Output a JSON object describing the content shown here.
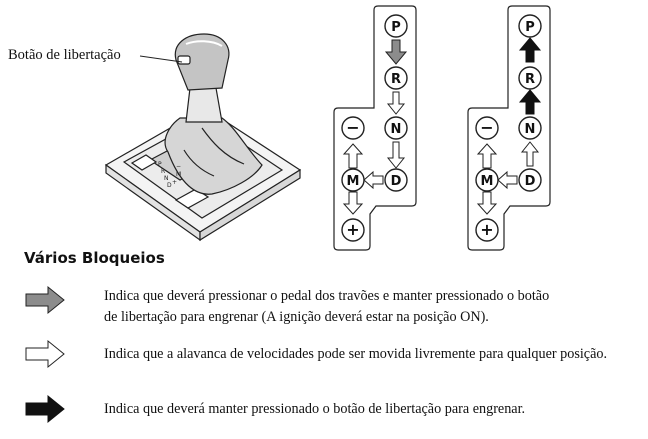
{
  "callout": {
    "label": "Botão de libertação"
  },
  "gates": {
    "left": {
      "letters": [
        "P",
        "R",
        "N",
        "D",
        "M"
      ],
      "minus": "−",
      "plus": "+"
    },
    "right": {
      "letters": [
        "P",
        "R",
        "N",
        "D",
        "M"
      ],
      "minus": "−",
      "plus": "+"
    }
  },
  "console_marks": [
    "P",
    "R",
    "N",
    "D",
    "M",
    "+",
    "−"
  ],
  "legend": {
    "title": "Vários Bloqueios",
    "items": [
      {
        "arrow": "gray-arrow",
        "text_line1": "Indica que deverá pressionar o pedal dos travões e manter pressionado o botão",
        "text_line2": "de libertação para engrenar (A ignição deverá estar na posição ON)."
      },
      {
        "arrow": "white-arrow",
        "text": "Indica que a alavanca de velocidades pode ser movida livremente para qualquer posição."
      },
      {
        "arrow": "black-arrow",
        "text": "Indica que deverá manter pressionado o botão de libertação para engrenar."
      }
    ]
  },
  "colors": {
    "gray_arrow": "#8c8c8c",
    "white_arrow": "#ffffff",
    "black_arrow": "#111111",
    "outline": "#222222"
  }
}
